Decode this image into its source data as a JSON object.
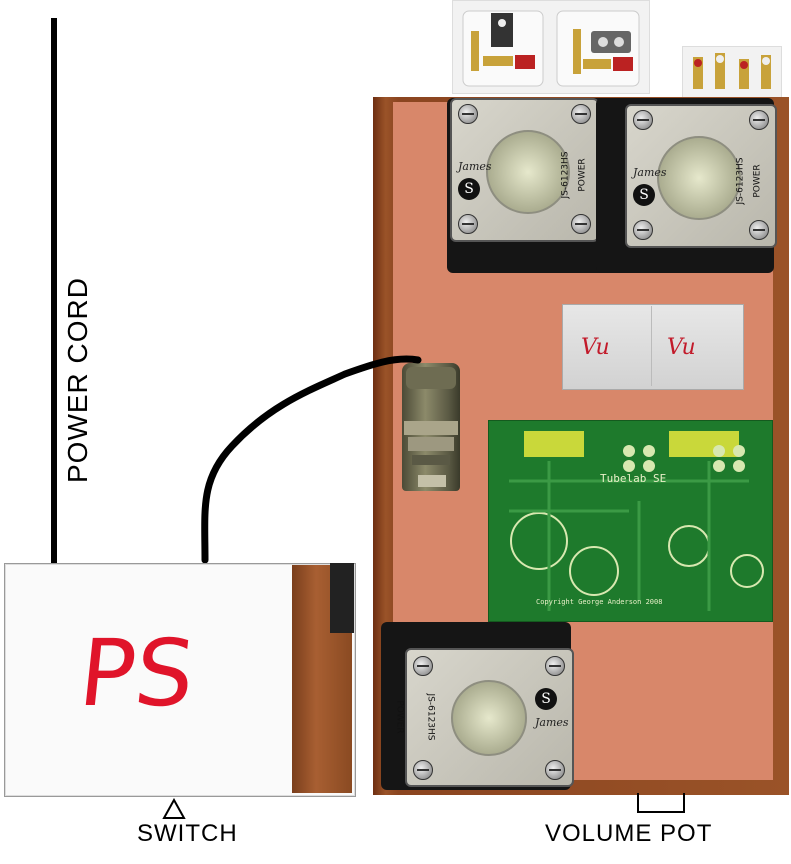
{
  "labels": {
    "power_cord": "POWER CORD",
    "ps": "PS",
    "switch": "SWITCH",
    "volume_pot": "VOLUME POT",
    "vu_left": "Vu",
    "vu_right": "Vu"
  },
  "board": {
    "name": "Tubelab SE",
    "copyright": "Copyright George Anderson 2008"
  },
  "transformers": {
    "brand": "James",
    "badge": "S",
    "left_model": "JS-6123HS",
    "right_model": "JS-6123HS",
    "output_model": "JS-6123HS",
    "power_label": "POWER"
  },
  "colors": {
    "plate": "#d8876a",
    "wood": "#9a5328",
    "pcb": "#1e7a2c",
    "ps_text": "#e0142a",
    "vu_text": "#c21a2a"
  }
}
